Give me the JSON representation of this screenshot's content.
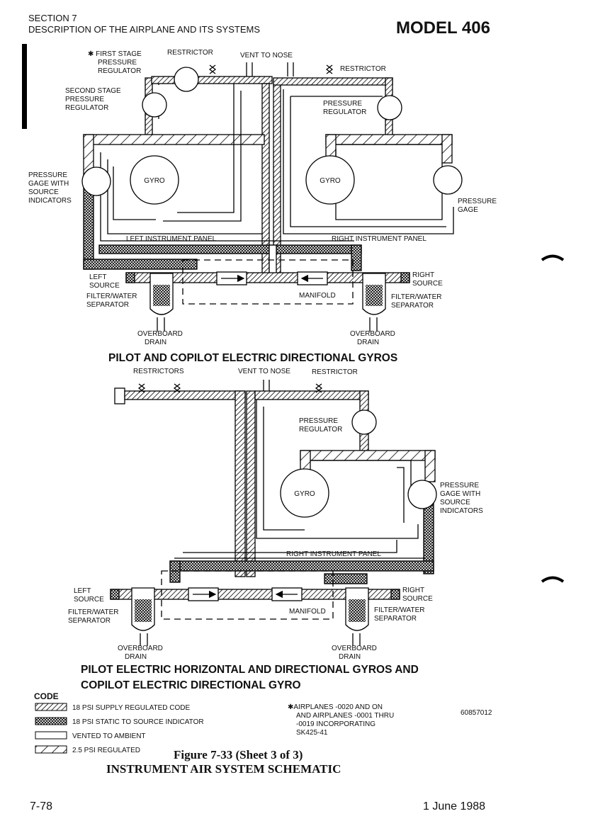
{
  "header": {
    "section": "SECTION 7",
    "description": "DESCRIPTION OF THE AIRPLANE AND ITS SYSTEMS",
    "model": "MODEL 406"
  },
  "diagram1": {
    "title": "PILOT AND COPILOT ELECTRIC DIRECTIONAL GYROS",
    "labels": {
      "first_stage_1": "✱ FIRST STAGE",
      "first_stage_2": "PRESSURE",
      "first_stage_3": "REGULATOR",
      "restrictor_left": "RESTRICTOR",
      "vent_to_nose": "VENT TO NOSE",
      "restrictor_right": "RESTRICTOR",
      "second_stage_1": "SECOND STAGE",
      "second_stage_2": "PRESSURE",
      "second_stage_3": "REGULATOR",
      "press_reg_1": "PRESSURE",
      "press_reg_2": "REGULATOR",
      "gage_src_1": "PRESSURE",
      "gage_src_2": "GAGE WITH",
      "gage_src_3": "SOURCE",
      "gage_src_4": "INDICATORS",
      "gyro_left": "GYRO",
      "gyro_right": "GYRO",
      "press_gage_1": "PRESSURE",
      "press_gage_2": "GAGE",
      "left_panel": "LEFT INSTRUMENT PANEL",
      "right_panel": "RIGHT INSTRUMENT PANEL",
      "left_source_1": "LEFT",
      "left_source_2": "SOURCE",
      "right_source_1": "RIGHT",
      "right_source_2": "SOURCE",
      "filter_left_1": "FILTER/WATER",
      "filter_left_2": "SEPARATOR",
      "filter_right_1": "FILTER/WATER",
      "filter_right_2": "SEPARATOR",
      "manifold": "MANIFOLD",
      "drain_left_1": "OVERBOARD",
      "drain_left_2": "DRAIN",
      "drain_right_1": "OVERBOARD",
      "drain_right_2": "DRAIN"
    }
  },
  "diagram2": {
    "title_line1": "PILOT ELECTRIC HORIZONTAL AND DIRECTIONAL GYROS AND",
    "title_line2": "COPILOT ELECTRIC DIRECTIONAL GYRO",
    "labels": {
      "restrictors": "RESTRICTORS",
      "vent_to_nose": "VENT TO NOSE",
      "restrictor": "RESTRICTOR",
      "press_reg_1": "PRESSURE",
      "press_reg_2": "REGULATOR",
      "gyro": "GYRO",
      "gage_src_1": "PRESSURE",
      "gage_src_2": "GAGE WITH",
      "gage_src_3": "SOURCE",
      "gage_src_4": "INDICATORS",
      "right_panel": "RIGHT INSTRUMENT PANEL",
      "left_source_1": "LEFT",
      "left_source_2": "SOURCE",
      "right_source_1": "RIGHT",
      "right_source_2": "SOURCE",
      "filter_left_1": "FILTER/WATER",
      "filter_left_2": "SEPARATOR",
      "filter_right_1": "FILTER/WATER",
      "filter_right_2": "SEPARATOR",
      "manifold": "MANIFOLD",
      "drain_left_1": "OVERBOARD",
      "drain_left_2": "DRAIN",
      "drain_right_1": "OVERBOARD",
      "drain_right_2": "DRAIN"
    }
  },
  "legend": {
    "title": "CODE",
    "items": [
      "18 PSI SUPPLY REGULATED CODE",
      "18 PSI STATIC TO SOURCE INDICATOR",
      "VENTED TO AMBIENT",
      "2.5 PSI REGULATED"
    ]
  },
  "note": {
    "line1": "✱AIRPLANES -0020 AND ON",
    "line2": "AND AIRPLANES -0001 THRU",
    "line3": "-0019 INCORPORATING",
    "line4": "SK425-41"
  },
  "figure_number": "60857012",
  "caption": {
    "line1": "Figure 7-33 (Sheet 3 of 3)",
    "line2": "INSTRUMENT AIR SYSTEM SCHEMATIC"
  },
  "footer": {
    "page": "7-78",
    "date": "1 June 1988"
  }
}
